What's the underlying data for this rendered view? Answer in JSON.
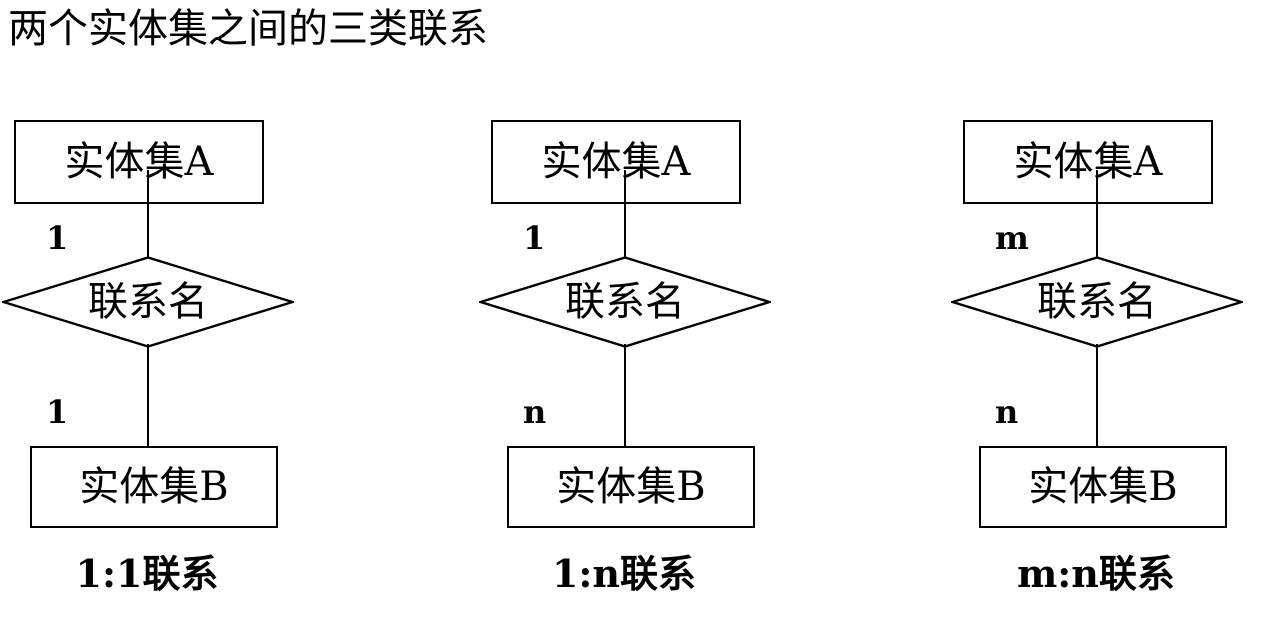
{
  "page": {
    "title": "两个实体集之间的三类联系",
    "background_color": "#ffffff",
    "stroke_color": "#000000"
  },
  "diagrams": [
    {
      "id": "one-to-one",
      "entity_top": "实体集A",
      "relationship": "联系名",
      "entity_bottom": "实体集B",
      "cardinality_upper": "1",
      "cardinality_lower": "1",
      "caption": "1:1联系"
    },
    {
      "id": "one-to-many",
      "entity_top": "实体集A",
      "relationship": "联系名",
      "entity_bottom": "实体集B",
      "cardinality_upper": "1",
      "cardinality_lower": "n",
      "caption": "1:n联系"
    },
    {
      "id": "many-to-many",
      "entity_top": "实体集A",
      "relationship": "联系名",
      "entity_bottom": "实体集B",
      "cardinality_upper": "m",
      "cardinality_lower": "n",
      "caption": "m:n联系"
    }
  ]
}
